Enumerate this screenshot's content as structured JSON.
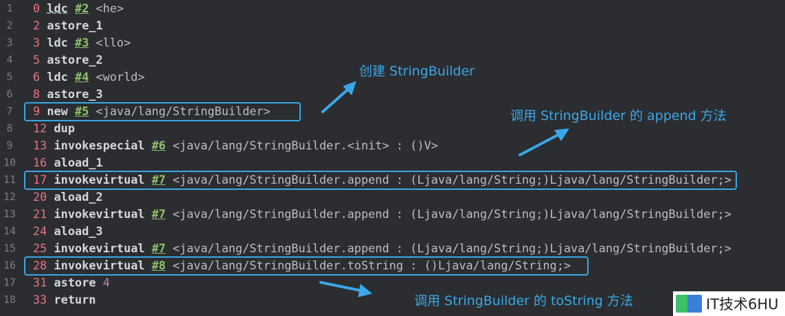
{
  "lines": [
    {
      "n": "1",
      "off": "0",
      "op": "ldc",
      "ref": "#2",
      "arg": "<he>"
    },
    {
      "n": "2",
      "off": "2",
      "op": "astore_1"
    },
    {
      "n": "3",
      "off": "3",
      "op": "ldc",
      "ref": "#3",
      "arg": "<llo>"
    },
    {
      "n": "4",
      "off": "5",
      "op": "astore_2"
    },
    {
      "n": "5",
      "off": "6",
      "op": "ldc",
      "ref": "#4",
      "arg": "<world>"
    },
    {
      "n": "6",
      "off": "8",
      "op": "astore_3"
    },
    {
      "n": "7",
      "off": "9",
      "op": "new",
      "ref": "#5",
      "arg": "<java/lang/StringBuilder>"
    },
    {
      "n": "8",
      "off": "12",
      "op": "dup"
    },
    {
      "n": "9",
      "off": "13",
      "op": "invokespecial",
      "ref": "#6",
      "arg": "<java/lang/StringBuilder.<init> : ()V>"
    },
    {
      "n": "10",
      "off": "16",
      "op": "aload_1"
    },
    {
      "n": "11",
      "off": "17",
      "op": "invokevirtual",
      "ref": "#7",
      "arg": "<java/lang/StringBuilder.append : (Ljava/lang/String;)Ljava/lang/StringBuilder;>"
    },
    {
      "n": "12",
      "off": "20",
      "op": "aload_2"
    },
    {
      "n": "13",
      "off": "21",
      "op": "invokevirtual",
      "ref": "#7",
      "arg": "<java/lang/StringBuilder.append : (Ljava/lang/String;)Ljava/lang/StringBuilder;>"
    },
    {
      "n": "14",
      "off": "24",
      "op": "aload_3"
    },
    {
      "n": "15",
      "off": "25",
      "op": "invokevirtual",
      "ref": "#7",
      "arg": "<java/lang/StringBuilder.append : (Ljava/lang/String;)Ljava/lang/StringBuilder;>"
    },
    {
      "n": "16",
      "off": "28",
      "op": "invokevirtual",
      "ref": "#8",
      "arg": "<java/lang/StringBuilder.toString : ()Ljava/lang/String;>"
    },
    {
      "n": "17",
      "off": "31",
      "op": "astore",
      "num": "4"
    },
    {
      "n": "18",
      "off": "33",
      "op": "return"
    }
  ],
  "annotations": {
    "create": "创建 StringBuilder",
    "append": "调用 StringBuilder 的 append 方法",
    "tostring": "调用 StringBuilder 的 toString 方法"
  },
  "watermark": "IT技术6HU",
  "colors": {
    "accent": "#3aa8e8",
    "background": "#2b2d31",
    "offset": "#e8737f",
    "ref": "#8fc36b"
  }
}
